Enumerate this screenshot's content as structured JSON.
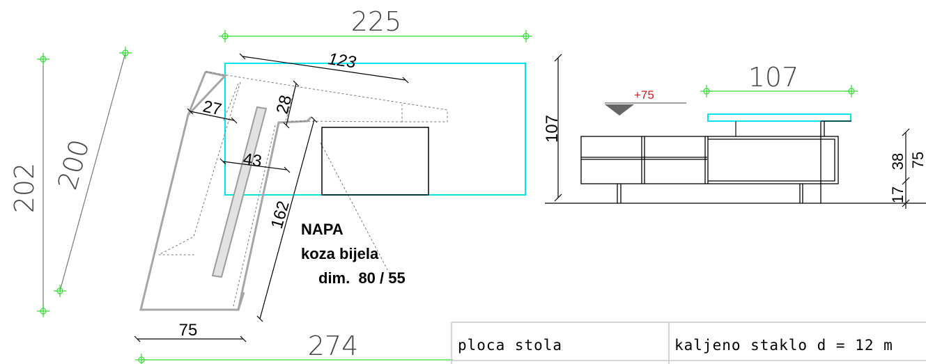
{
  "plan_view": {
    "dims": {
      "width_overall": "225",
      "depth_outer": "202",
      "depth_inner": "200",
      "hood_width": "123",
      "bar_depth": "27",
      "bar_offset": "28",
      "bar_width": "43",
      "bar_length": "162",
      "bottom_width": "75",
      "total_length": "274"
    },
    "hood_note": {
      "line1": "NAPA",
      "line2": "koza bijela",
      "line3": "dim.  80 / 55"
    }
  },
  "elevation_view": {
    "dims": {
      "height": "107",
      "glass_width": "107",
      "height_38": "38",
      "height_75": "75",
      "height_17": "17"
    },
    "level_marker": "+75"
  },
  "spec_table": {
    "row_label": "ploca stola",
    "row_value": "kaljeno staklo d = 12 m"
  },
  "colors": {
    "cyan": "#00e5ee",
    "green": "#33dd33",
    "grey": "#a6a6a6",
    "red": "#d61b1b"
  }
}
